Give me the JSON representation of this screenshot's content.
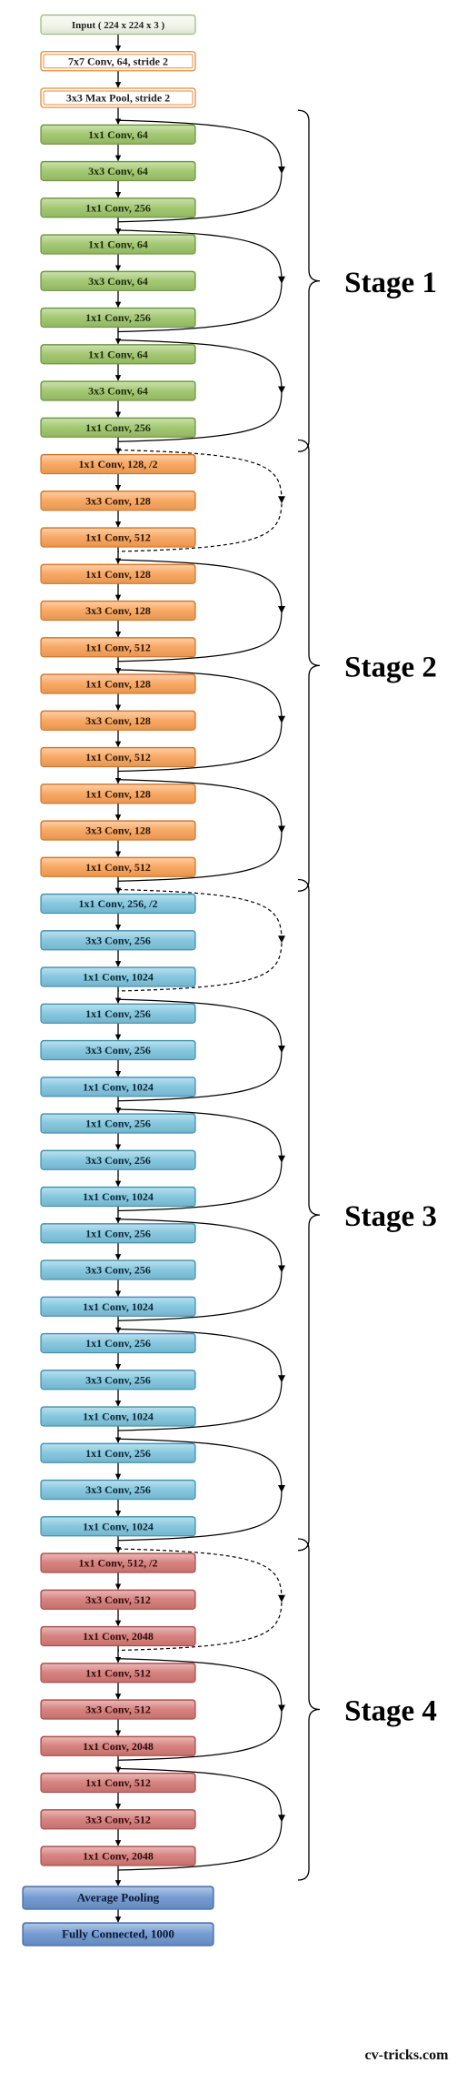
{
  "palette": {
    "input": {
      "fill": "#f1f5e8",
      "stroke": "#98b777",
      "text": "#222222"
    },
    "stem": {
      "fill": "#ffffff",
      "stroke": "#e98a3a",
      "text": "#222222"
    },
    "stage1": {
      "fill": "#9ec56a",
      "stroke": "#6c9440",
      "text": "#1d2a10"
    },
    "stage2": {
      "fill": "#f8a35a",
      "stroke": "#d07428",
      "text": "#2b1707"
    },
    "stage3": {
      "fill": "#7fc4dd",
      "stroke": "#3f8fae",
      "text": "#0c2634"
    },
    "stage4": {
      "fill": "#d47b78",
      "stroke": "#a94d49",
      "text": "#2c0d0b"
    },
    "head": {
      "fill": "#6d95cf",
      "stroke": "#3f68a3",
      "text": "#0d1a30"
    }
  },
  "input_block": {
    "label": "Input ( 224 x 224 x 3 )",
    "style": "input"
  },
  "stem_blocks": [
    {
      "label": "7x7 Conv, 64, stride 2",
      "style": "stem"
    },
    {
      "label": "3x3 Max Pool, stride 2",
      "style": "stem"
    }
  ],
  "stages": [
    {
      "name": "Stage 1",
      "style": "stage1",
      "units": [
        {
          "shortcut": "identity",
          "layers": [
            "1x1 Conv, 64",
            "3x3 Conv, 64",
            "1x1 Conv, 256"
          ]
        },
        {
          "shortcut": "identity",
          "layers": [
            "1x1 Conv, 64",
            "3x3 Conv, 64",
            "1x1 Conv, 256"
          ]
        },
        {
          "shortcut": "identity",
          "layers": [
            "1x1 Conv, 64",
            "3x3 Conv, 64",
            "1x1 Conv, 256"
          ]
        }
      ]
    },
    {
      "name": "Stage 2",
      "style": "stage2",
      "units": [
        {
          "shortcut": "projection",
          "layers": [
            "1x1 Conv, 128, /2",
            "3x3 Conv, 128",
            "1x1 Conv, 512"
          ]
        },
        {
          "shortcut": "identity",
          "layers": [
            "1x1 Conv, 128",
            "3x3 Conv, 128",
            "1x1 Conv, 512"
          ]
        },
        {
          "shortcut": "identity",
          "layers": [
            "1x1 Conv, 128",
            "3x3 Conv, 128",
            "1x1 Conv, 512"
          ]
        },
        {
          "shortcut": "identity",
          "layers": [
            "1x1 Conv, 128",
            "3x3 Conv, 128",
            "1x1 Conv, 512"
          ]
        }
      ]
    },
    {
      "name": "Stage 3",
      "style": "stage3",
      "units": [
        {
          "shortcut": "projection",
          "layers": [
            "1x1 Conv, 256, /2",
            "3x3 Conv, 256",
            "1x1 Conv, 1024"
          ]
        },
        {
          "shortcut": "identity",
          "layers": [
            "1x1 Conv, 256",
            "3x3 Conv, 256",
            "1x1 Conv, 1024"
          ]
        },
        {
          "shortcut": "identity",
          "layers": [
            "1x1 Conv, 256",
            "3x3 Conv, 256",
            "1x1 Conv, 1024"
          ]
        },
        {
          "shortcut": "identity",
          "layers": [
            "1x1 Conv, 256",
            "3x3 Conv, 256",
            "1x1 Conv, 1024"
          ]
        },
        {
          "shortcut": "identity",
          "layers": [
            "1x1 Conv, 256",
            "3x3 Conv, 256",
            "1x1 Conv, 1024"
          ]
        },
        {
          "shortcut": "identity",
          "layers": [
            "1x1 Conv, 256",
            "3x3 Conv, 256",
            "1x1 Conv, 1024"
          ]
        }
      ]
    },
    {
      "name": "Stage 4",
      "style": "stage4",
      "units": [
        {
          "shortcut": "projection",
          "layers": [
            "1x1 Conv, 512, /2",
            "3x3 Conv, 512",
            "1x1 Conv, 2048"
          ]
        },
        {
          "shortcut": "identity",
          "layers": [
            "1x1 Conv, 512",
            "3x3 Conv, 512",
            "1x1 Conv, 2048"
          ]
        },
        {
          "shortcut": "identity",
          "layers": [
            "1x1 Conv, 512",
            "3x3 Conv, 512",
            "1x1 Conv, 2048"
          ]
        }
      ]
    }
  ],
  "head_blocks": [
    {
      "label": "Average Pooling",
      "style": "head"
    },
    {
      "label": "Fully Connected, 1000",
      "style": "head"
    }
  ],
  "watermark": "cv-tricks.com"
}
